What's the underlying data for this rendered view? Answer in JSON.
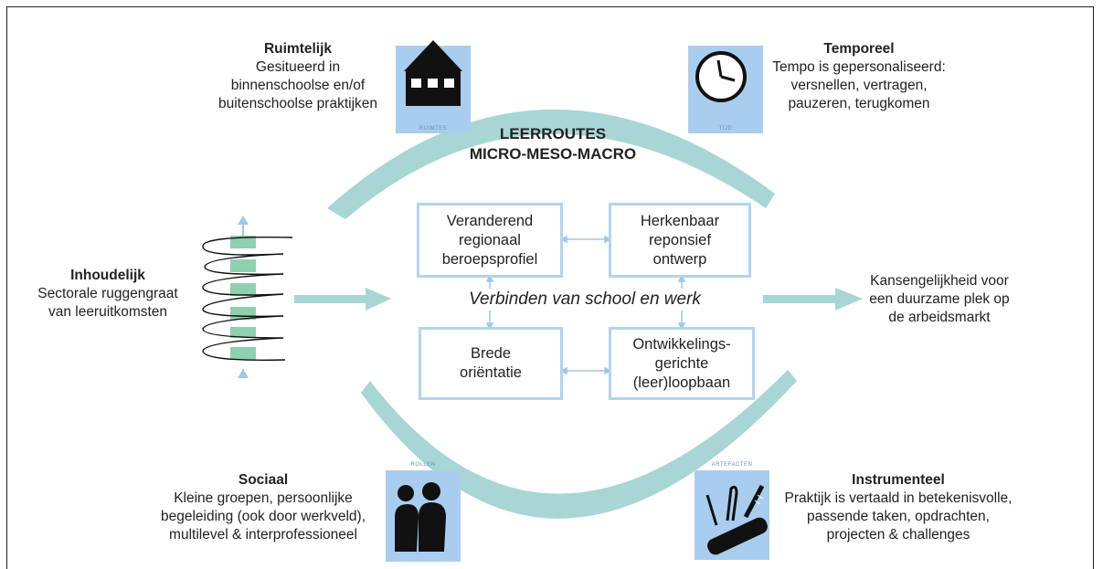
{
  "center_title": {
    "line1": "LEERROUTES",
    "line2": "MICRO-MESO-MACRO"
  },
  "center_text": "Verbinden van school en werk",
  "boxes": [
    {
      "text": "Veranderend\nregionaal\nberoepsprofiel"
    },
    {
      "text": "Herkenbaar\nreponsief\nontwerp"
    },
    {
      "text": "Brede\noriëntatie"
    },
    {
      "text": "Ontwikkelings-\ngerichte\n(leer)loopbaan"
    }
  ],
  "dimensions": {
    "ruimtelijk": {
      "title": "Ruimtelijk",
      "lines": [
        "Gesitueerd in",
        "binnenschoolse en/of",
        "buitenschoolse praktijken"
      ],
      "icon_label": "RUIMTES"
    },
    "temporeel": {
      "title": "Temporeel",
      "lines": [
        "Tempo is gepersonaliseerd:",
        "versnellen, vertragen,",
        "pauzeren, terugkomen"
      ],
      "icon_label": "TIJD"
    },
    "inhoudelijk": {
      "title": "Inhoudelijk",
      "lines": [
        "Sectorale ruggengraat",
        "van leeruitkomsten"
      ]
    },
    "sociaal": {
      "title": "Sociaal",
      "lines": [
        "Kleine groepen, persoonlijke",
        "begeleiding (ook door werkveld),",
        "multilevel & interprofessioneel"
      ],
      "icon_label": "ROLLEN"
    },
    "instrumenteel": {
      "title": "Instrumenteel",
      "lines": [
        "Praktijk is vertaald in betekenisvolle,",
        "passende taken, opdrachten,",
        "projecten & challenges"
      ],
      "icon_label": "ARTEFACTEN"
    }
  },
  "outcome": {
    "lines": [
      "Kansengelijkheid voor",
      "een duurzame plek op",
      "de arbeidsmarkt"
    ]
  },
  "colors": {
    "arc": "#a8d6d5",
    "box_border": "#b3d3ef",
    "icon_bg": "#a9cdee",
    "spine_block": "#8fd0b0",
    "arrow": "#a8d6d5"
  },
  "icons": [
    "house-icon",
    "clock-icon",
    "spine-icon",
    "people-icon",
    "swiss-knife-icon"
  ]
}
